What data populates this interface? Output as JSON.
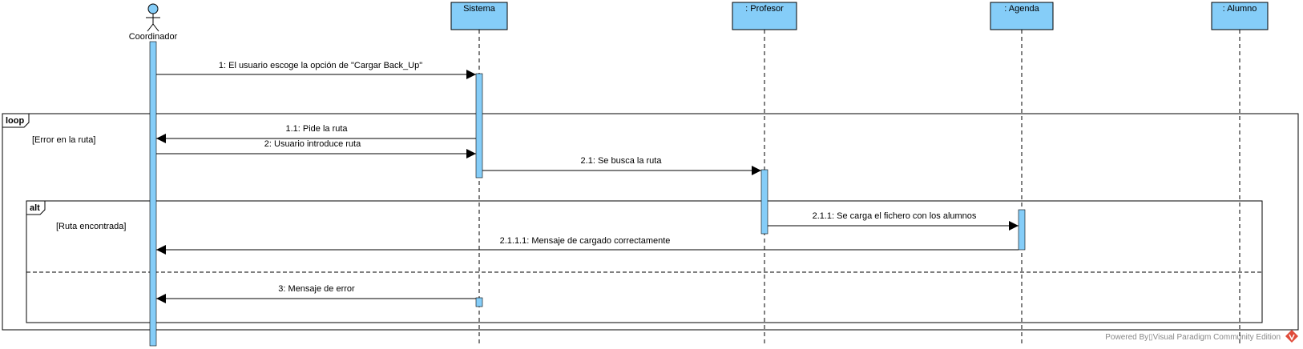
{
  "actor": {
    "name": "Coordinador"
  },
  "lifelines": [
    {
      "name": "Sistema"
    },
    {
      "name": ": Profesor"
    },
    {
      "name": ": Agenda"
    },
    {
      "name": ": Alumno"
    }
  ],
  "fragments": {
    "loop": {
      "operator": "loop",
      "guard": "[Error en la ruta]"
    },
    "alt": {
      "operator": "alt",
      "guard": "[Ruta encontrada]"
    }
  },
  "messages": [
    {
      "label": "1: El usuario escoge la opción de \"Cargar Back_Up\""
    },
    {
      "label": "1.1: Pide la ruta"
    },
    {
      "label": "2: Usuario introduce ruta"
    },
    {
      "label": "2.1: Se busca la ruta"
    },
    {
      "label": "2.1.1: Se carga el fichero con los alumnos"
    },
    {
      "label": "2.1.1.1: Mensaje de cargado correctamente"
    },
    {
      "label": "3: Mensaje de error"
    }
  ],
  "footer": {
    "powered_by": "Powered By▯Visual Paradigm Community Edition"
  },
  "colors": {
    "lifeline_head": "#85cdf8",
    "activation": "#85cdf8",
    "stroke": "#000000"
  }
}
